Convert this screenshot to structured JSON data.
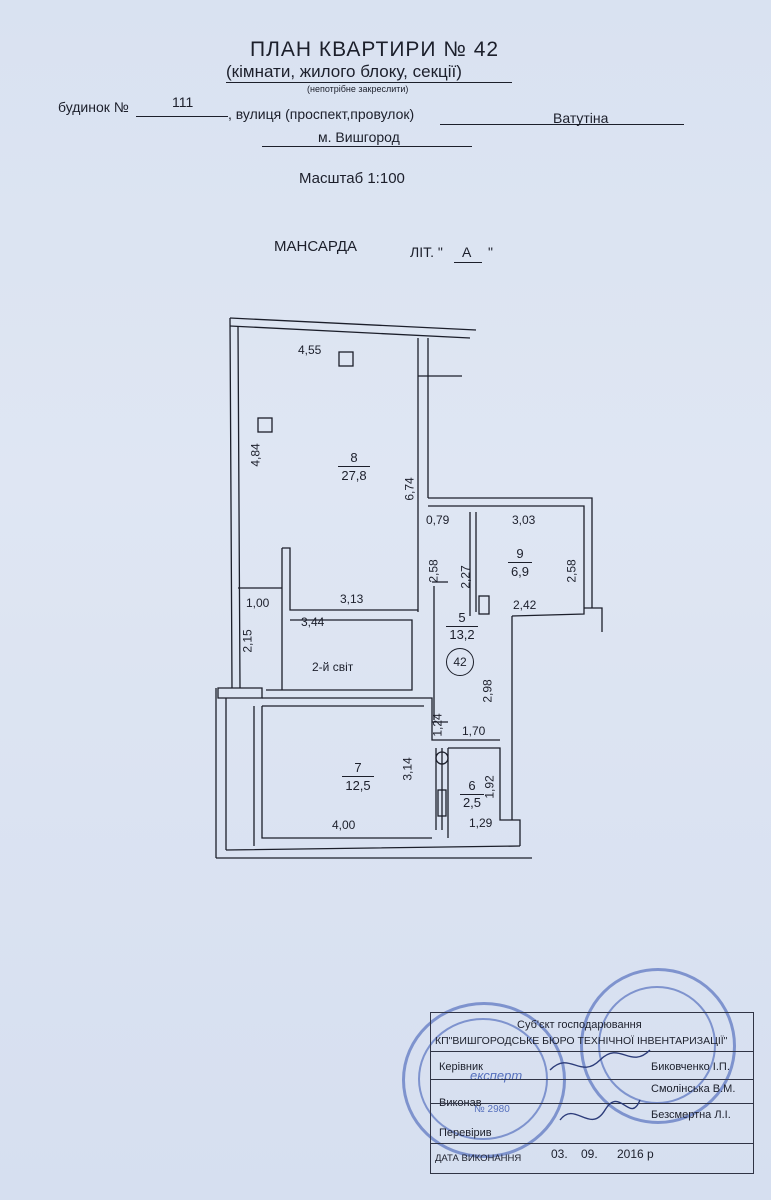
{
  "header": {
    "title": "ПЛАН КВАРТИРИ № 42",
    "subtitle": "(кімнати, жилого блоку, секції)",
    "note": "(непотрібне закреслити)",
    "house_label": "будинок №",
    "house_number": "111",
    "street_label": ", вулиця (проспект,провулок)",
    "street_value": "Ватутіна",
    "city": "м. Вишгород",
    "scale": "Масштаб 1:100",
    "floor": "МАНСАРДА",
    "lit_label": "ЛІТ. \"",
    "lit_value": "А",
    "lit_close": "\""
  },
  "plan": {
    "dimensions": [
      "4,55",
      "4,84",
      "6,74",
      "0,79",
      "3,03",
      "2,58",
      "2,27",
      "2,58",
      "3,13",
      "2,42",
      "1,00",
      "3,44",
      "2,15",
      "2,98",
      "1,24",
      "1,70",
      "3,14",
      "1,92",
      "4,00",
      "1,29"
    ],
    "rooms": [
      {
        "number": "8",
        "area": "27,8"
      },
      {
        "number": "9",
        "area": "6,9"
      },
      {
        "number": "5",
        "area": "13,2"
      },
      {
        "number": "7",
        "area": "12,5"
      },
      {
        "number": "6",
        "area": "2,5"
      }
    ],
    "second_light": "2-й світ",
    "apartment_number": "42"
  },
  "stamp": {
    "entity": "Суб'єкт господарювання",
    "bureau": "КП\"ВИШГОРОДСЬКЕ БЮРО ТЕХНІЧНОЇ ІНВЕНТАРИЗАЦІЇ\"",
    "roles": [
      {
        "role": "Керівник",
        "name": "Биковченко І.П."
      },
      {
        "role": "Виконав",
        "name": "Смолінська В.М."
      },
      {
        "role": "Перевірив",
        "name": "Безсмертна Л.І."
      }
    ],
    "date_label": "ДАТА ВИКОНАННЯ",
    "date_day": "03.",
    "date_month": "09.",
    "date_year": "2016 р",
    "seal_text_left": "експерт",
    "seal_number": "№ 2980"
  }
}
